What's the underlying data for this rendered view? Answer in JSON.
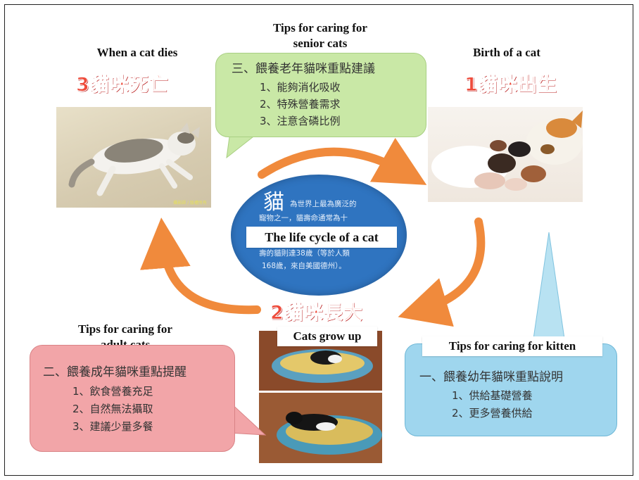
{
  "stages": {
    "death": {
      "en": "When a cat dies",
      "cn": "3貓咪死亡"
    },
    "birth": {
      "en": "Birth of a cat",
      "cn": "1貓咪出生"
    },
    "grow": {
      "en": "Cats grow up",
      "cn": "2貓咪長大"
    }
  },
  "senior": {
    "en_line1": "Tips for caring for",
    "en_line2": "senior cats",
    "title": "三、餵養老年貓咪重點建議",
    "items": [
      "1、能夠消化吸收",
      "2、特殊營養需求",
      "3、注意含磷比例"
    ],
    "color": "#c9e8a6"
  },
  "adult": {
    "en_line1": "Tips for caring for",
    "en_line2": "adult cats",
    "title": "二、餵養成年貓咪重點提醒",
    "items": [
      "1、飲食營養充足",
      "2、自然無法攝取",
      "3、建議少量多餐"
    ],
    "color": "#f2a5a8"
  },
  "kitten": {
    "en": "Tips for caring for kitten",
    "title": "一、餵養幼年貓咪重點說明",
    "items": [
      "1、供給基礎營養",
      "2、更多營養供給"
    ],
    "color": "#9fd6ee"
  },
  "center": {
    "char": "貓",
    "line1": "為世界上最為廣泛的",
    "line2": "寵物之一，貓壽命通常為十",
    "label": "The life cycle of a cat",
    "line4": "壽的貓則達38歲（等於人類",
    "line5": "168歲，來自美國德州）。",
    "color": "#2f74c0"
  },
  "photo_caption": "攝影師 / 版權所有",
  "colors": {
    "arrow": "#f08a3c",
    "stage_red": "#ee4b3b"
  }
}
